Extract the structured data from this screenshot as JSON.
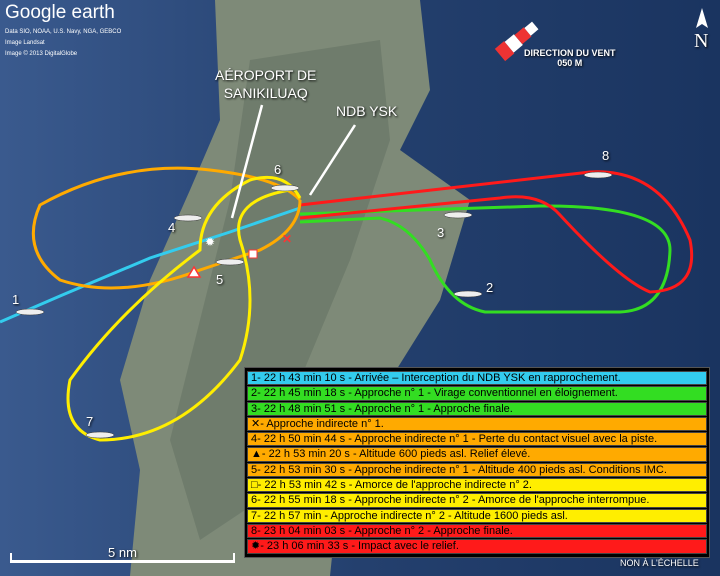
{
  "branding": {
    "logo": "Google earth",
    "credits": [
      "Data SIO, NOAA, U.S. Navy, NGA, GEBCO",
      "Image Landsat",
      "Image © 2013 DigitalGlobe"
    ]
  },
  "annotations": {
    "airport_line1": "AÉROPORT DE",
    "airport_line2": "SANIKILUAQ",
    "ndb": "NDB YSK",
    "wind_line1": "DIRECTION DU VENT",
    "wind_line2": "050 M",
    "north": "N",
    "scale": "5 nm",
    "not_to_scale": "NON À L'ÉCHELLE"
  },
  "points": [
    "1",
    "2",
    "3",
    "4",
    "5",
    "6",
    "7",
    "8"
  ],
  "colors": {
    "cyan": "#33ccee",
    "green": "#33dd22",
    "orange": "#ffaa00",
    "yellow": "#ffee00",
    "red": "#ff1a1a"
  },
  "legend": [
    {
      "text": "1- 22 h 43 min 10 s - Arrivée – Interception du NDB YSK en rapprochement.",
      "color": "#33ccee"
    },
    {
      "text": "2- 22 h 45 min 18 s - Approche n° 1 - Virage conventionnel en éloignement.",
      "color": "#33dd22"
    },
    {
      "text": "3- 22 h 48 min 51 s - Approche n° 1 - Approche finale.",
      "color": "#33dd22"
    },
    {
      "text": "✕- Approche indirecte n° 1.",
      "color": "#ffaa00"
    },
    {
      "text": "4- 22 h 50 min 44 s - Approche indirecte n° 1 - Perte du contact visuel avec la piste.",
      "color": "#ffaa00"
    },
    {
      "text": "▲- 22 h 53 min 20 s - Altitude 600 pieds asl. Relief élevé.",
      "color": "#ffaa00"
    },
    {
      "text": "5- 22 h 53 min 30 s - Approche indirecte n° 1 - Altitude 400 pieds asl. Conditions IMC.",
      "color": "#ffaa00"
    },
    {
      "text": "□- 22 h 53 min 42 s - Amorce de l'approche indirecte n° 2.",
      "color": "#ffee00"
    },
    {
      "text": "6- 22 h 55 min 18 s - Approche indirecte n° 2 - Amorce de l'approche interrompue.",
      "color": "#ffee00"
    },
    {
      "text": "7- 22 h 57 min - Approche indirecte n° 2 - Altitude 1600 pieds asl.",
      "color": "#ffee00"
    },
    {
      "text": "8- 23 h 04 min 03 s - Approche n° 2 - Approche finale.",
      "color": "#ff1a1a"
    },
    {
      "text": "✹- 23 h 06 min 33 s - Impact avec le relief.",
      "color": "#ff1a1a"
    }
  ]
}
